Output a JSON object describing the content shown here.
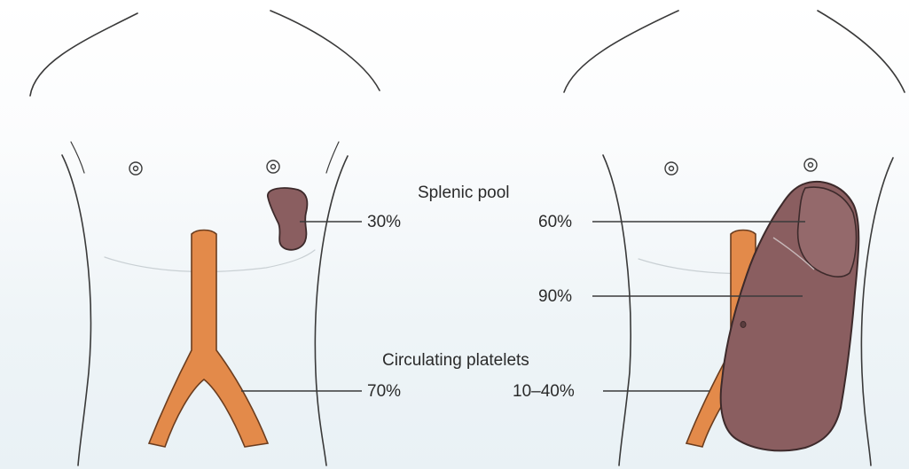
{
  "labels": {
    "splenic_pool": "Splenic pool",
    "circulating_platelets": "Circulating platelets",
    "normal_splenic": "30%",
    "normal_circulating": "70%",
    "enlarged_splenic_a": "60%",
    "enlarged_splenic_b": "90%",
    "enlarged_circulating": "10–40%"
  },
  "colors": {
    "outline": "#3a3a3a",
    "vessel": "#e38a4a",
    "spleen_fill": "#8a5e60",
    "spleen_edge": "#3d2a2b",
    "spleen_highlight": "#a77f80",
    "leader_line": "#3a3a3a"
  }
}
